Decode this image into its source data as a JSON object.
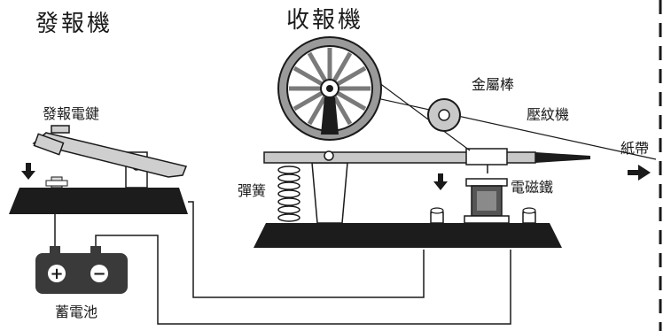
{
  "sender": {
    "title": "發報機",
    "key_label": "發報電鍵",
    "battery_label": "蓄電池",
    "battery_plus": "+",
    "battery_minus": "−"
  },
  "receiver": {
    "title": "收報機",
    "rod_label": "金屬棒",
    "embosser_label": "壓紋機",
    "tape_label": "紙帶",
    "spring_label": "彈簧",
    "magnet_label": "電磁鐵"
  },
  "colors": {
    "ink": "#1a1a1a",
    "base": "#1c1c1c",
    "metal": "#c8c8c8",
    "battery": "#3a3a3a"
  }
}
